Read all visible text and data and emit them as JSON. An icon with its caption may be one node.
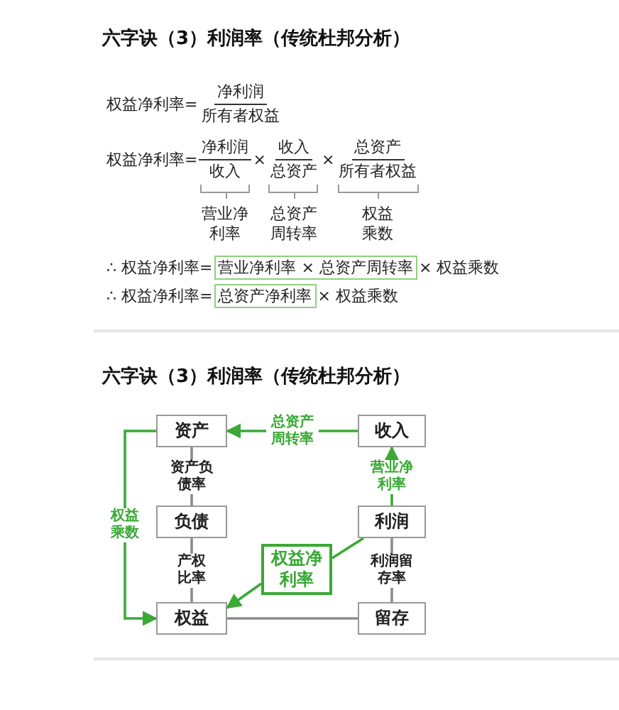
{
  "diagram": {
    "title": "六字诀（3）利润率（传统杜邦分析）",
    "nodes": [
      {
        "text": [
          "营业净利率 × 总资产周转率"
        ]
      },
      {
        "text": [
          "总资产净利率"
        ]
      },
      {
        "text": [
          "资产"
        ]
      },
      {
        "text": [
          "收入"
        ]
      },
      {
        "text": [
          "负债"
        ]
      },
      {
        "text": [
          "利润"
        ]
      },
      {
        "text": [
          "权益净利率"
        ]
      },
      {
        "text": [
          "权益"
        ]
      },
      {
        "text": [
          "留存"
        ]
      }
    ],
    "edges": [
      {
        "from": 3,
        "to": 2,
        "arrow": "to",
        "label": "总资产周转率"
      },
      {
        "from": 5,
        "to": 3,
        "arrow": "to",
        "label": "营业净利率"
      },
      {
        "from": 2,
        "to": 4,
        "arrow": "none",
        "label": "资产负债率",
        "color": "#8c8c8c"
      },
      {
        "from": 4,
        "to": 7,
        "arrow": "none",
        "label": "产权比率",
        "color": "#8c8c8c"
      },
      {
        "from": 5,
        "to": 8,
        "arrow": "none",
        "label": "利润留存率",
        "color": "#8c8c8c"
      },
      {
        "from": 8,
        "to": 7,
        "arrow": "none",
        "color": "#8c8c8c"
      },
      {
        "from": 2,
        "to": 7,
        "arrow": "to",
        "label": "权益乘数"
      },
      {
        "from": 5,
        "to": 6,
        "arrow": "none"
      },
      {
        "from": 6,
        "to": 7,
        "arrow": "to"
      }
    ],
    "labels": [
      "权益净利率=",
      "净利润",
      "所有者权益",
      "权益净利率=",
      "净利润",
      "收入",
      "×",
      "收入",
      "总资产",
      "×",
      "总资产",
      "所有者权益",
      "营业净利率",
      "总资产周转率",
      "权益乘数",
      "∴ 权益净利率=",
      "× 权益乘数",
      "∴ 权益净利率=",
      "× 权益乘数",
      "六字诀（3）利润率（传统杜邦分析）"
    ]
  }
}
